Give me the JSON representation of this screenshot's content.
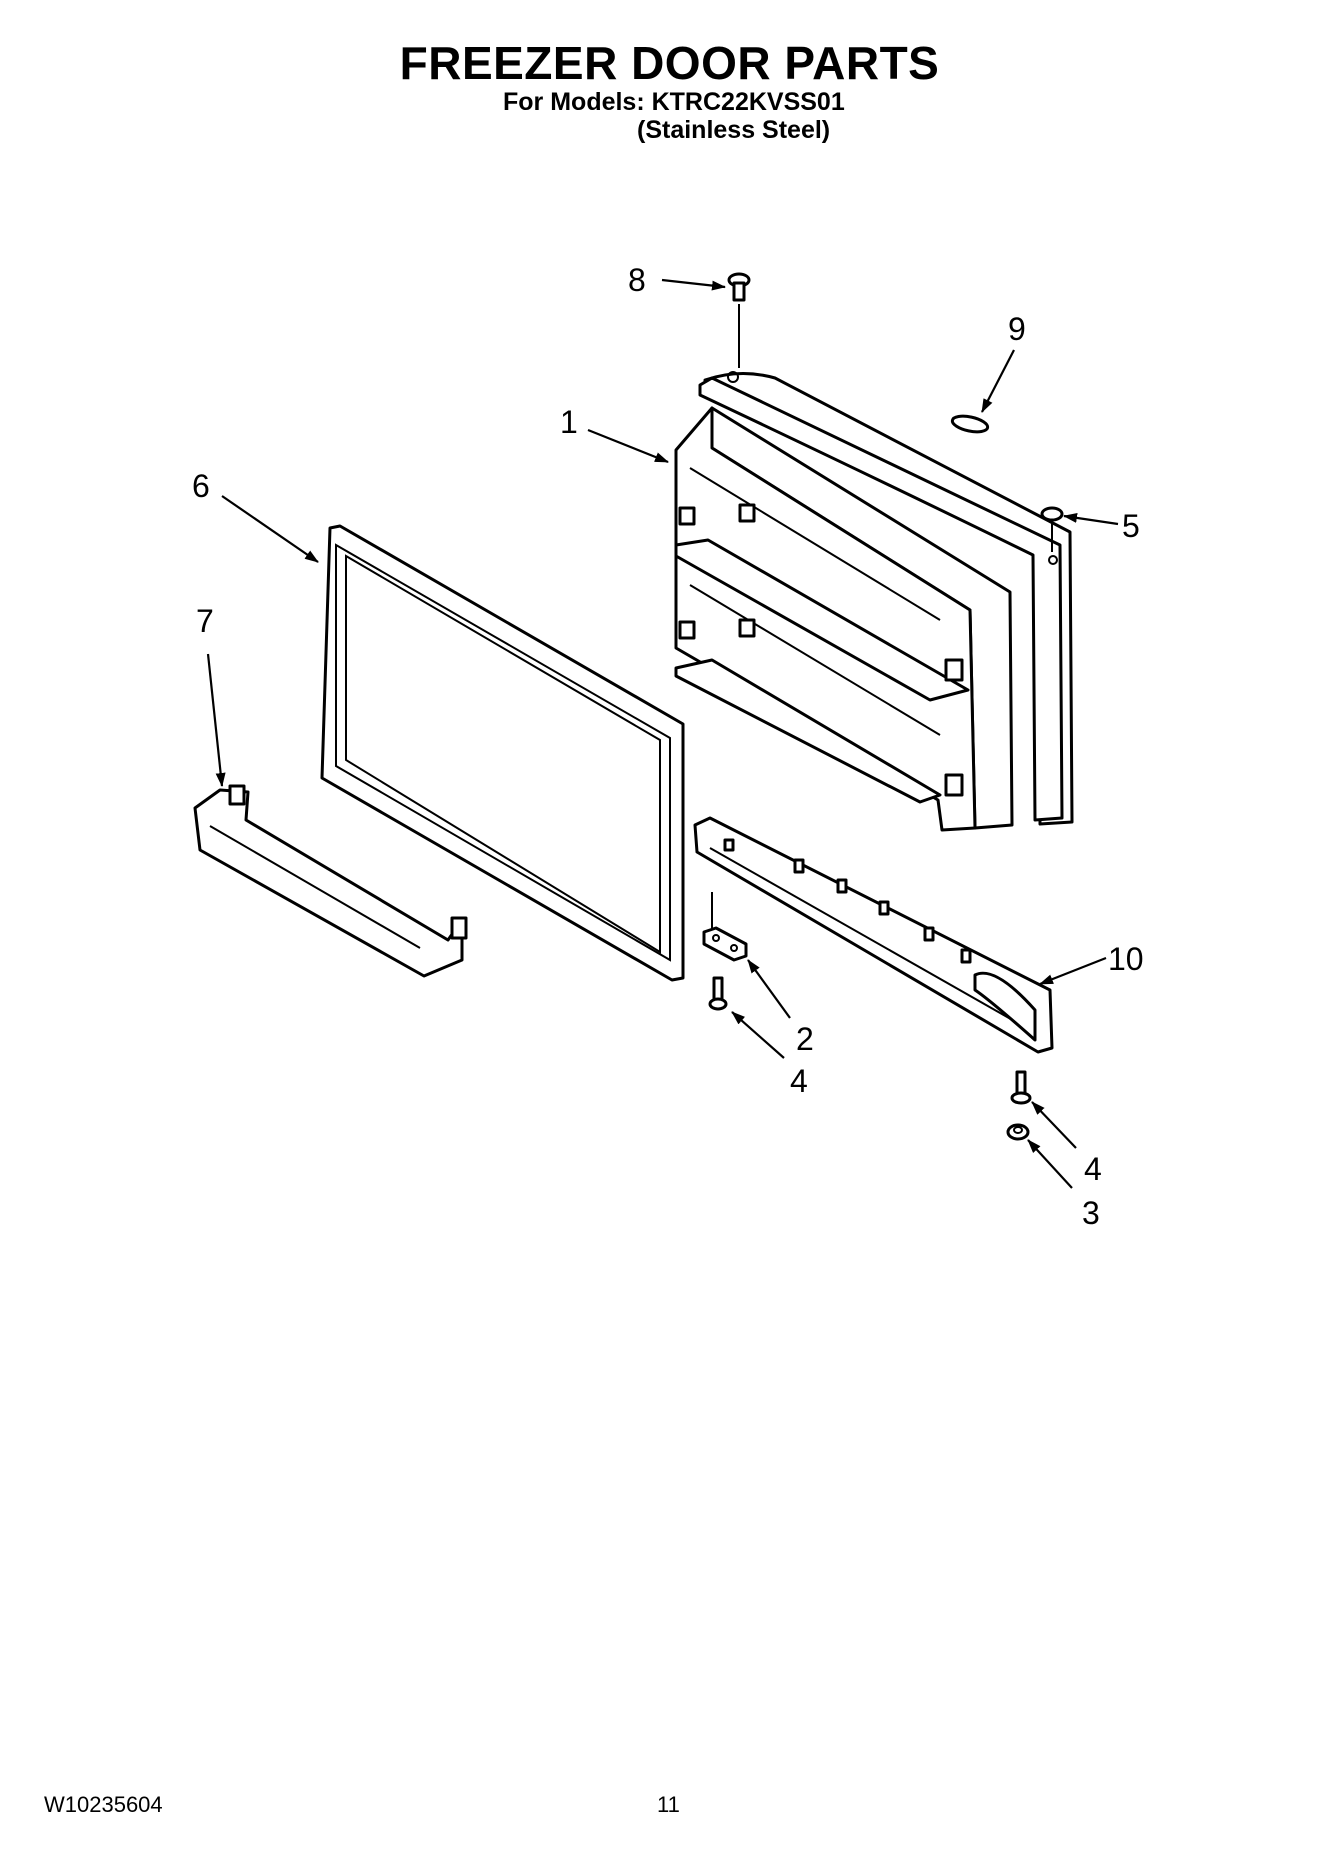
{
  "header": {
    "title": "FREEZER DOOR PARTS",
    "models_line": "For Models: KTRC22KVSS01",
    "variant_line": "(Stainless Steel)"
  },
  "callouts": {
    "c1": "1",
    "c2": "2",
    "c3": "3",
    "c4a": "4",
    "c4b": "4",
    "c5": "5",
    "c6": "6",
    "c7": "7",
    "c8": "8",
    "c9": "9",
    "c10": "10"
  },
  "footer": {
    "doc_number": "W10235604",
    "page_number": "11"
  }
}
